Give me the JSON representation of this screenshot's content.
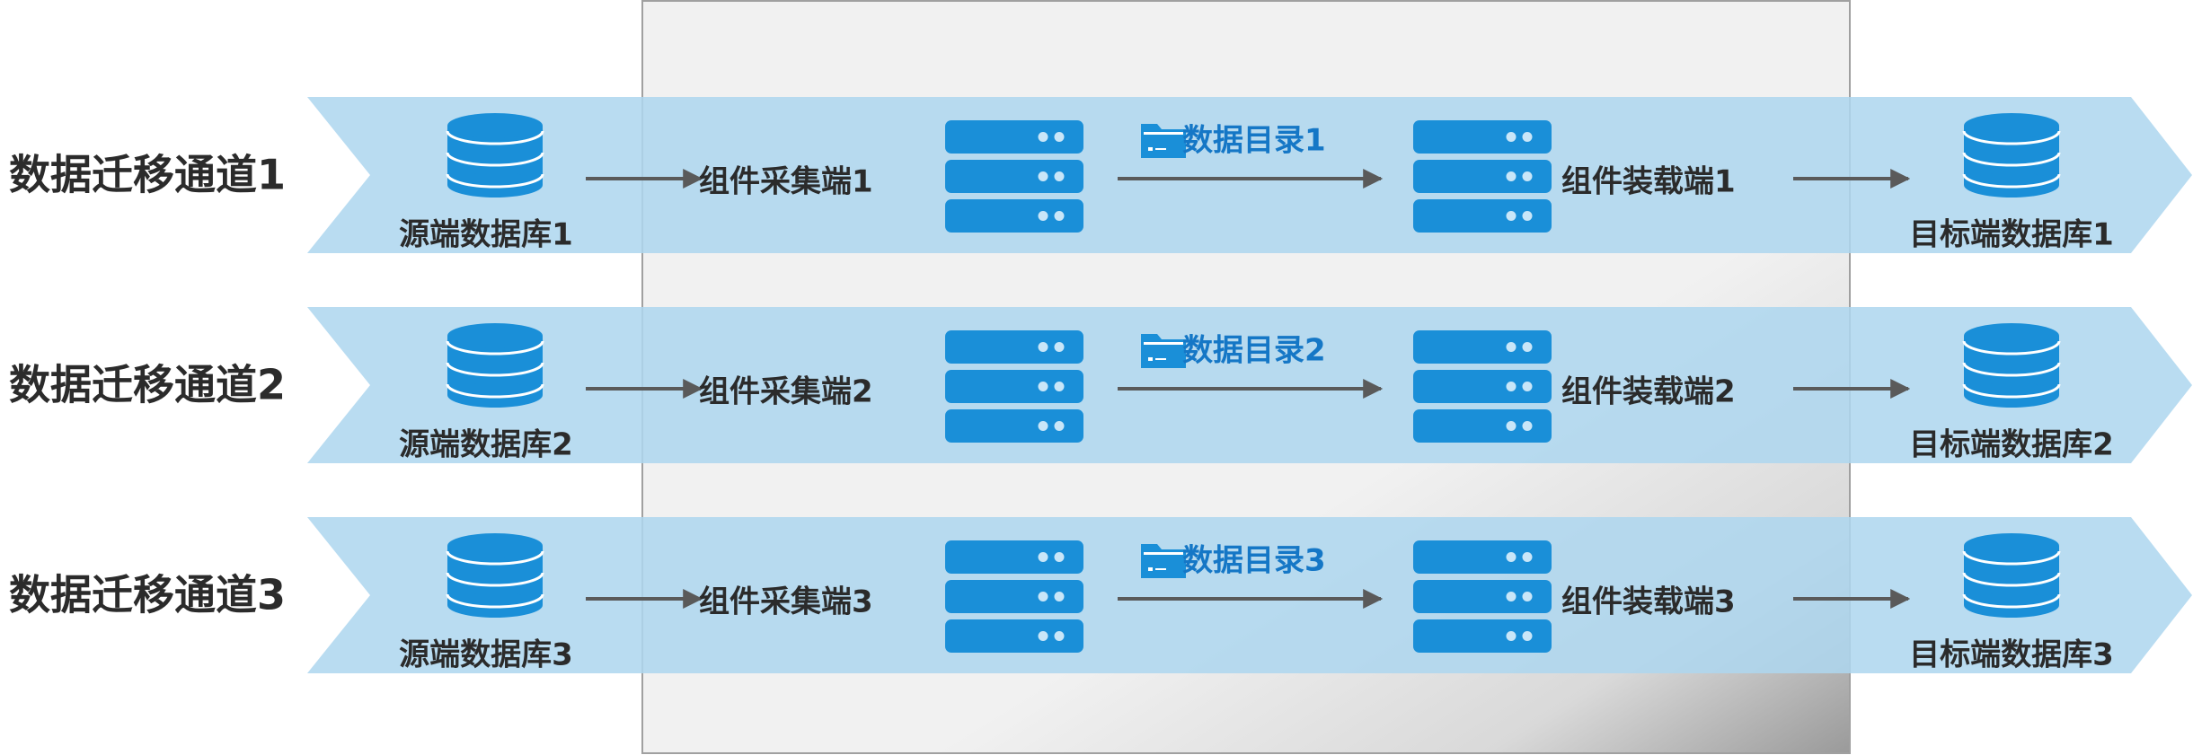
{
  "colors": {
    "band": "#aed6ef",
    "icon_blue": "#1a8fd8",
    "icon_dot": "#c9e6f8",
    "folder_blue": "#1a8fd8",
    "catalog_text": "#1577c6",
    "label_text": "#2b2b2b",
    "arrow": "#5a5a5a",
    "panel_fill": "#eeeeee",
    "panel_border": "#999999",
    "panel_shadow": "#8a8a8a"
  },
  "icons": {
    "source_db": "database-icon",
    "collector": "server-icon",
    "catalog": "folder-icon",
    "loader": "server-icon",
    "target_db": "database-icon"
  },
  "lanes": [
    {
      "channel_label": "数据迁移通道1",
      "source_label": "源端数据库1",
      "collector_label": "组件采集端1",
      "catalog_label": "数据目录1",
      "loader_label": "组件装载端1",
      "target_label": "目标端数据库1"
    },
    {
      "channel_label": "数据迁移通道2",
      "source_label": "源端数据库2",
      "collector_label": "组件采集端2",
      "catalog_label": "数据目录2",
      "loader_label": "组件装载端2",
      "target_label": "目标端数据库2"
    },
    {
      "channel_label": "数据迁移通道3",
      "source_label": "源端数据库3",
      "collector_label": "组件采集端3",
      "catalog_label": "数据目录3",
      "loader_label": "组件装载端3",
      "target_label": "目标端数据库3"
    }
  ]
}
